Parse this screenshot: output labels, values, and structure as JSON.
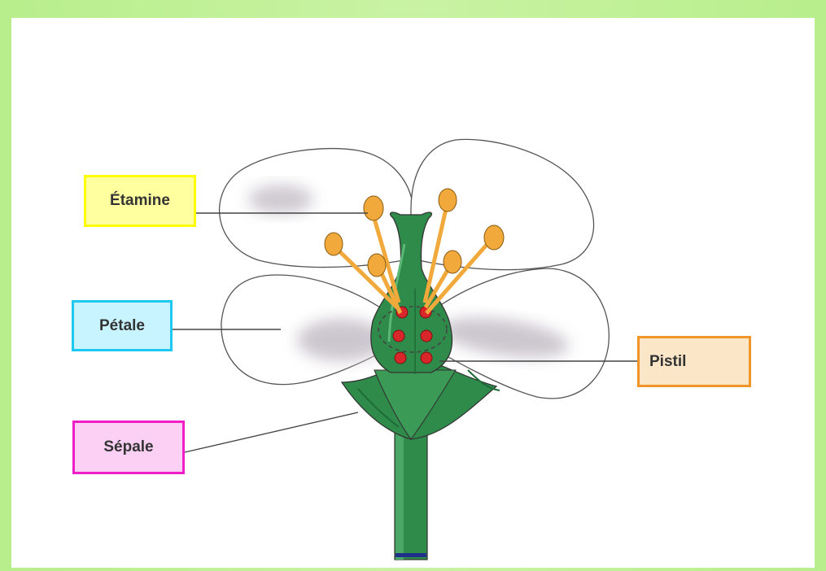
{
  "labels": {
    "etamine": {
      "text": "Étamine",
      "border": "#ffff00",
      "fill": "#ffffa0"
    },
    "petale": {
      "text": "Pétale",
      "border": "#1ec8f0",
      "fill": "#c8f4ff"
    },
    "sepale": {
      "text": "Sépale",
      "border": "#f01ec8",
      "fill": "#fbd0f4"
    },
    "pistil": {
      "text": "Pistil",
      "border": "#f09628",
      "fill": "#fbe6c8"
    }
  },
  "colors": {
    "background": "#c1f19a",
    "petal": "#ffffff",
    "petal_shadow": "#c9c4cc",
    "sepal": "#2e8b4a",
    "sepal_dark": "#1d6b36",
    "stamen": "#f2a93b",
    "ovule": "#d9262b"
  }
}
